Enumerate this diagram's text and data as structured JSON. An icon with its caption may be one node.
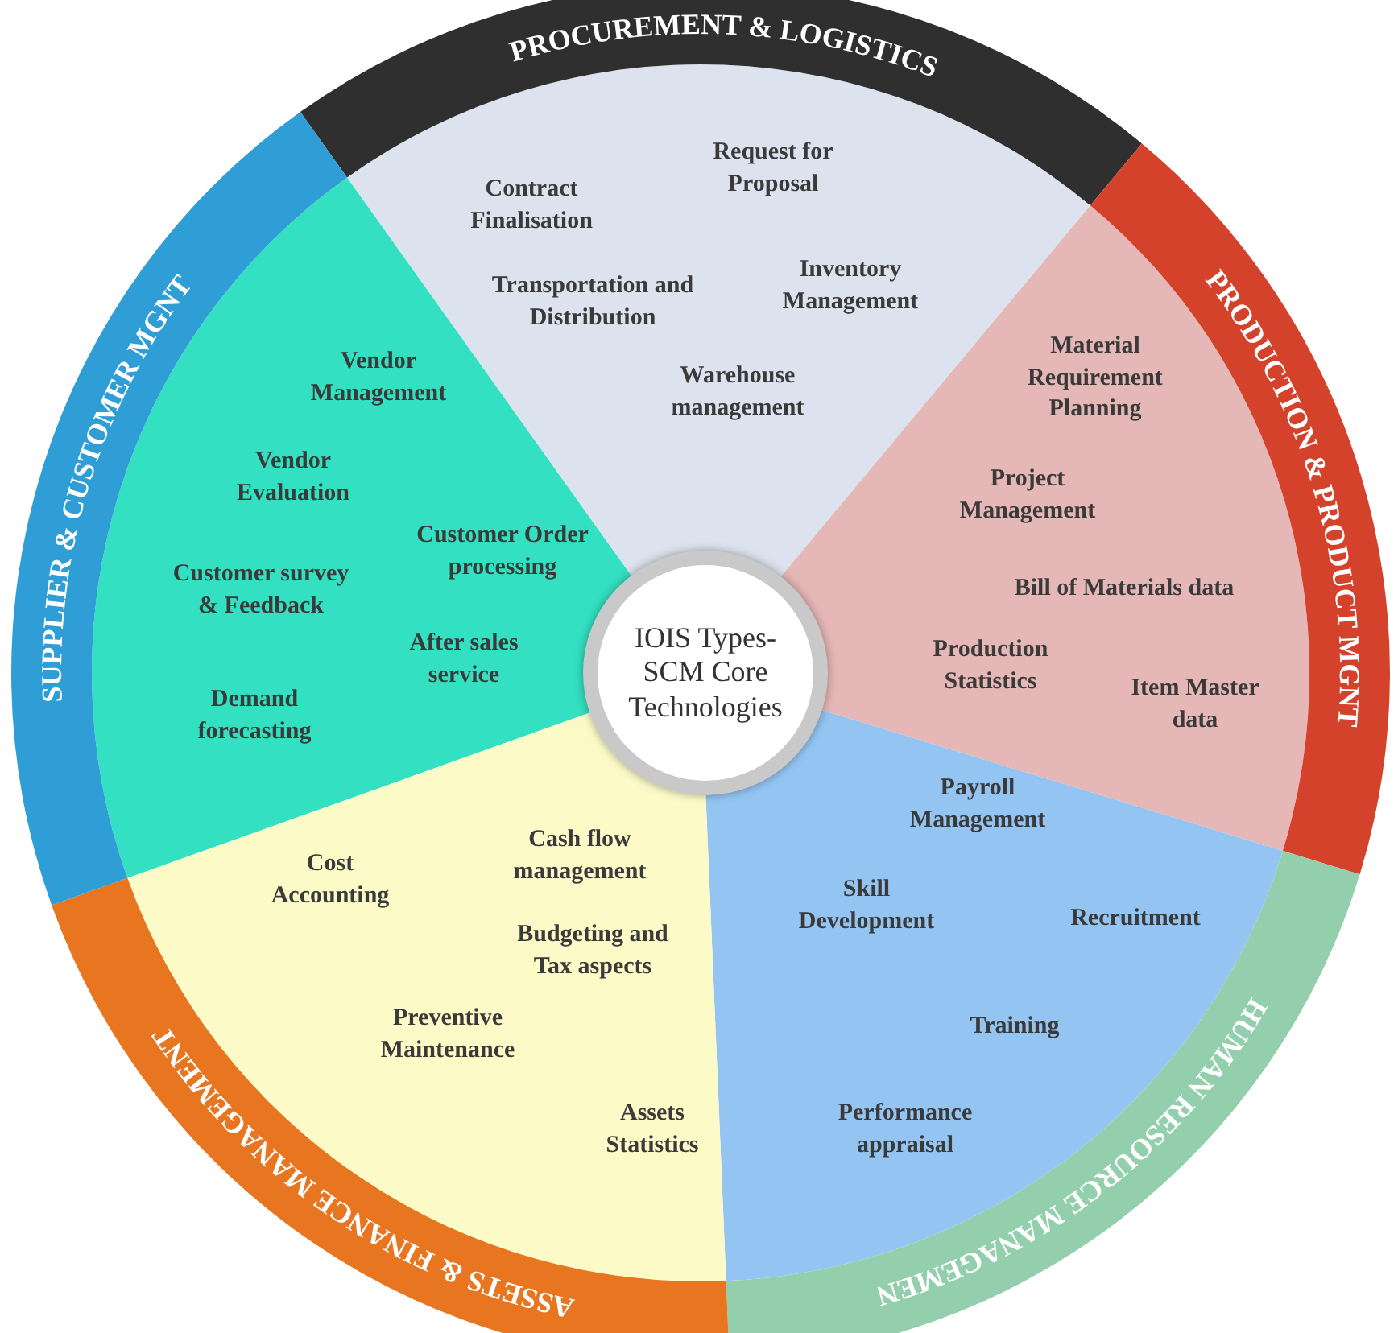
{
  "diagram": {
    "nodes": [
      {
        "text": [
          "IOIS Types- SCM Core Technologies"
        ]
      }
    ],
    "edges": [],
    "labels": [
      "PROCUREMENT & LOGISTICS",
      "Request for Proposal",
      "Contract Finalisation",
      "Transportation and Distribution",
      "Inventory Management",
      "Vendor Management",
      "Material Requirement Planning",
      "Warehouse management",
      "SUPPLIER & CUSTOMER MGNT",
      "Vendor Evaluation",
      "Project Management",
      "PRODUCTION & PRODUCT MGNT",
      "Customer Order processing",
      "Customer survey & Feedback",
      "Bill of Materials data",
      "After sales service",
      "Production Statistics",
      "Demand forecasting",
      "Item Master data",
      "Payroll Management",
      "Cost Accounting",
      "Cash flow management",
      "Skill Development",
      "Recruitment",
      "Budgeting and Tax aspects",
      "Preventive Maintenance",
      "Training",
      "ASSETS & FINANCE MANAGEMENT",
      "Assets Statistics",
      "Performance appraisal",
      "HUMAN RESOURCE MANAGEMEN"
    ]
  }
}
